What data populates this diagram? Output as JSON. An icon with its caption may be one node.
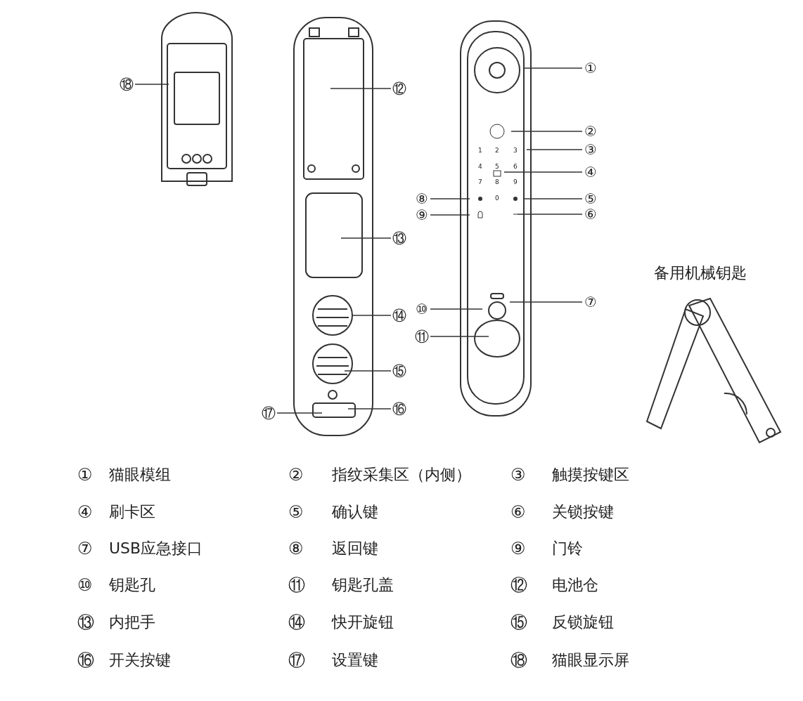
{
  "diagram": {
    "nodes": [
      {
        "text": [
          "⑱"
        ]
      },
      {
        "text": [
          "①"
        ]
      },
      {
        "text": [
          "⑫"
        ]
      },
      {
        "text": [
          "②"
        ]
      },
      {
        "text": [
          "③"
        ]
      },
      {
        "text": [
          "④"
        ]
      },
      {
        "text": [
          "⑧"
        ]
      },
      {
        "text": [
          "⑤"
        ]
      },
      {
        "text": [
          "⑨"
        ]
      },
      {
        "text": [
          "⑥"
        ]
      },
      {
        "text": [
          "⑬"
        ]
      },
      {
        "text": [
          "⑩"
        ]
      },
      {
        "text": [
          "⑦"
        ]
      },
      {
        "text": [
          "⑪"
        ]
      },
      {
        "text": [
          "⑭"
        ]
      },
      {
        "text": [
          "⑮"
        ]
      },
      {
        "text": [
          "⑰"
        ]
      },
      {
        "text": [
          "⑯"
        ]
      }
    ],
    "edges": [
      {
        "from": 0,
        "to": null,
        "arrow": "none"
      },
      {
        "from": 1,
        "to": null,
        "arrow": "none"
      },
      {
        "from": 2,
        "to": null,
        "arrow": "none"
      },
      {
        "from": 3,
        "to": null,
        "arrow": "none"
      },
      {
        "from": 4,
        "to": null,
        "arrow": "none"
      },
      {
        "from": 5,
        "to": null,
        "arrow": "none"
      },
      {
        "from": 6,
        "to": null,
        "arrow": "none"
      },
      {
        "from": 7,
        "to": null,
        "arrow": "none"
      },
      {
        "from": 8,
        "to": null,
        "arrow": "none"
      },
      {
        "from": 9,
        "to": null,
        "arrow": "none"
      },
      {
        "from": 10,
        "to": null,
        "arrow": "none"
      },
      {
        "from": 11,
        "to": null,
        "arrow": "none"
      },
      {
        "from": 12,
        "to": null,
        "arrow": "none"
      },
      {
        "from": 13,
        "to": null,
        "arrow": "none"
      },
      {
        "from": 14,
        "to": null,
        "arrow": "none"
      },
      {
        "from": 15,
        "to": null,
        "arrow": "none"
      },
      {
        "from": 16,
        "to": null,
        "arrow": "none"
      },
      {
        "from": 17,
        "to": null,
        "arrow": "none"
      }
    ],
    "labels": [
      "备用机械钥匙",
      "1",
      "2",
      "3",
      "4",
      "5",
      "6",
      "7",
      "8",
      "9",
      "0",
      "①",
      "猫眼模组",
      "②",
      "指纹采集区（内侧）",
      "③",
      "触摸按键区",
      "④",
      "刷卡区",
      "⑤",
      "确认键",
      "⑥",
      "关锁按键",
      "⑦",
      "USB应急接口",
      "⑧",
      "返回键",
      "⑨",
      "门铃",
      "⑩",
      "钥匙孔",
      "⑪",
      "钥匙孔盖",
      "⑫",
      "电池仓",
      "⑬",
      "内把手",
      "⑭",
      "快开旋钮",
      "⑮",
      "反锁旋钮",
      "⑯",
      "开关按键",
      "⑰",
      "设置键",
      "⑱",
      "猫眼显示屏"
    ]
  }
}
